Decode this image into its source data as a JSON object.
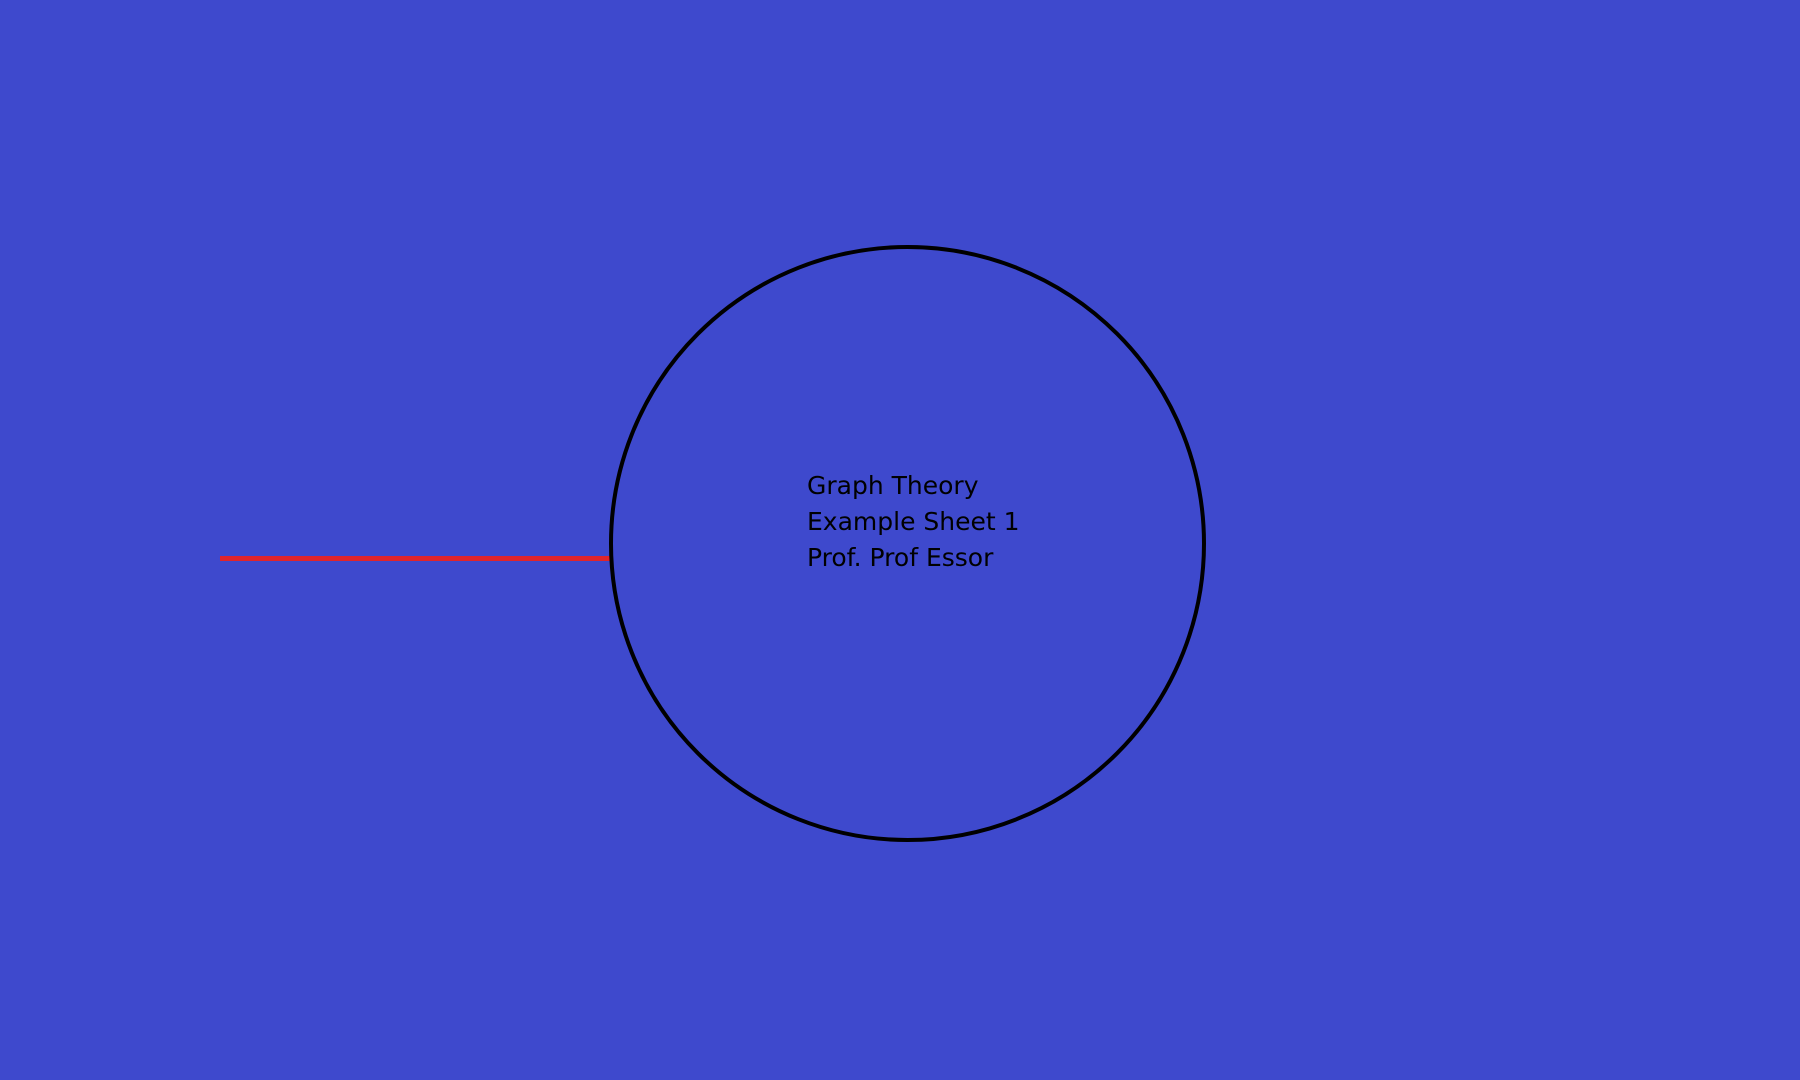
{
  "colors": {
    "background": "#3e49cd",
    "circle_stroke": "#000000",
    "line": "#e0242b",
    "text": "#000000"
  },
  "label": {
    "line1": "Graph Theory",
    "line2": "Example Sheet 1",
    "line3": "Prof. Prof Essor"
  }
}
